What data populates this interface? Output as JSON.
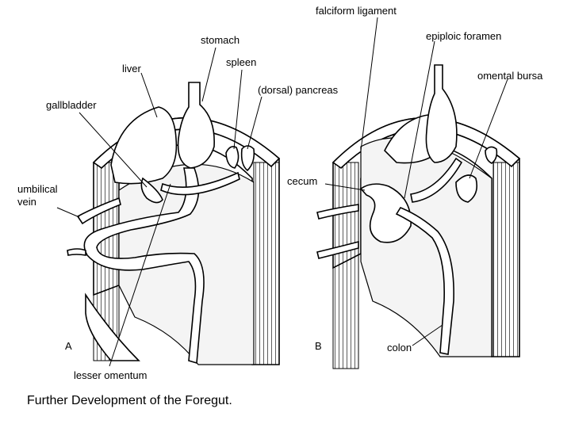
{
  "caption": "Further Development of the Foregut.",
  "panels": {
    "a": {
      "letter": "A",
      "labels": {
        "stomach": "stomach",
        "liver": "liver",
        "spleen": "spleen",
        "pancreas": "(dorsal) pancreas",
        "gallbladder": "gallbladder",
        "umbilical_vein_line1": "umbilical",
        "umbilical_vein_line2": "vein",
        "lesser_omentum": "lesser omentum"
      }
    },
    "b": {
      "letter": "B",
      "labels": {
        "falciform": "falciform ligament",
        "epiploic": "epiploic foramen",
        "omental_bursa": "omental bursa",
        "cecum": "cecum",
        "colon": "colon"
      }
    }
  }
}
